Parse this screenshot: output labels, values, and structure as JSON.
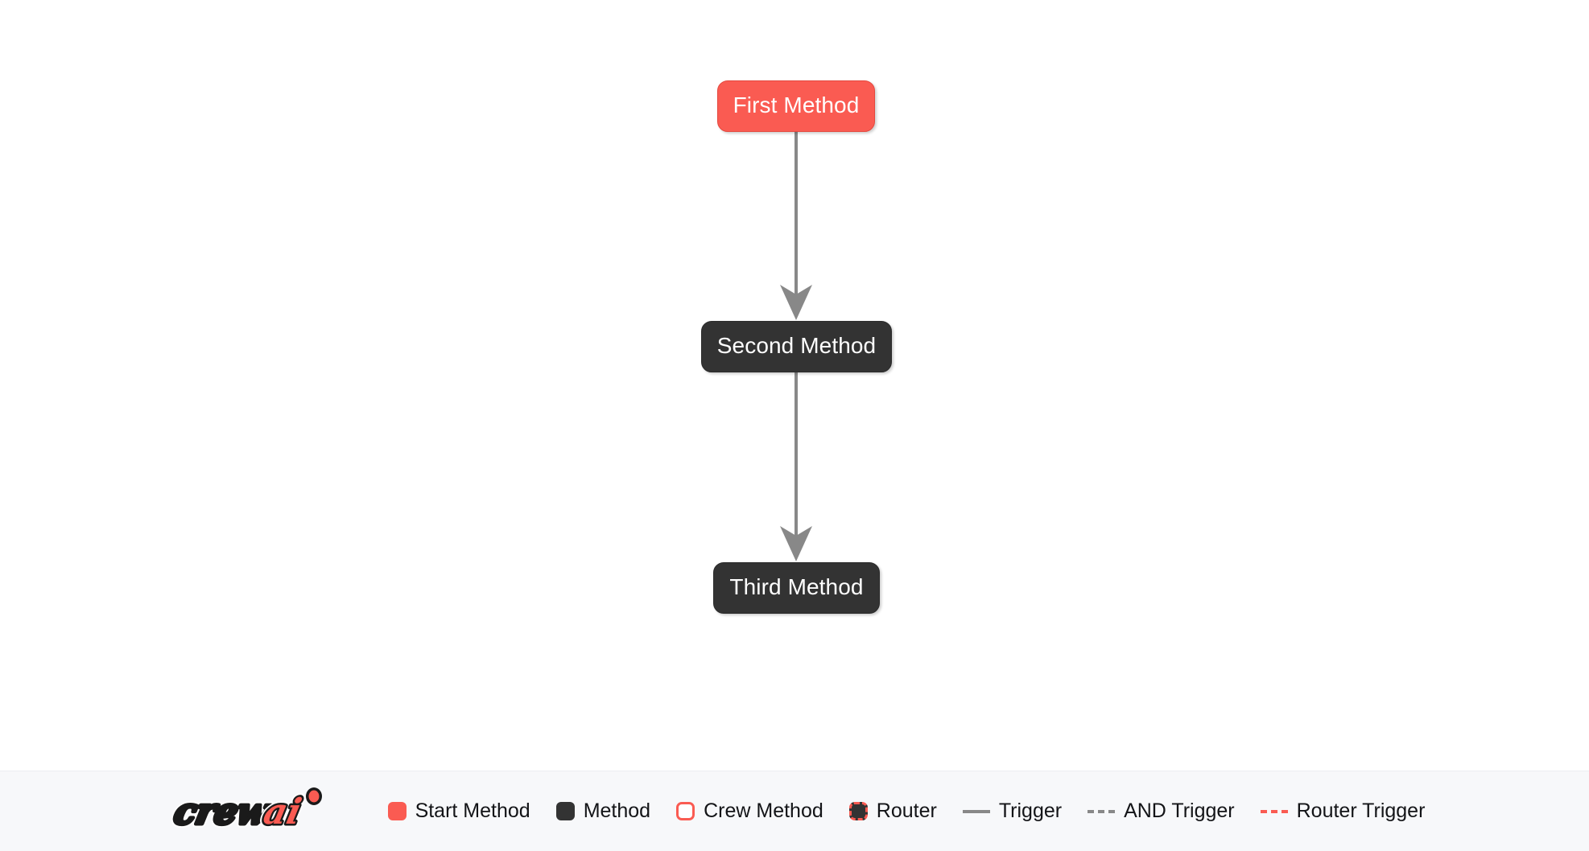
{
  "canvas": {
    "background": "#ffffff",
    "nodes": [
      {
        "id": "first",
        "label": "First Method",
        "type": "start-method",
        "color": "#fa5b52"
      },
      {
        "id": "second",
        "label": "Second Method",
        "type": "method",
        "color": "#333333"
      },
      {
        "id": "third",
        "label": "Third Method",
        "type": "method",
        "color": "#333333"
      }
    ],
    "edges": [
      {
        "from": "first",
        "to": "second",
        "style": "trigger",
        "color": "#888888"
      },
      {
        "from": "second",
        "to": "third",
        "style": "trigger",
        "color": "#888888"
      }
    ]
  },
  "legend": {
    "background": "#f7f8fa",
    "logo": {
      "name": "crewai-logo",
      "text_dark": "crew",
      "text_accent": "ai",
      "accent_color": "#fa5b52",
      "dark_color": "#1a1a1a"
    },
    "items": [
      {
        "icon": "swatch-start",
        "label": "Start Method",
        "color": "#fa5b52"
      },
      {
        "icon": "swatch-method",
        "label": "Method",
        "color": "#333333"
      },
      {
        "icon": "swatch-crew",
        "label": "Crew Method",
        "color": "#ffffff"
      },
      {
        "icon": "swatch-router",
        "label": "Router",
        "color": "#333333"
      },
      {
        "icon": "line-solid-trigger",
        "label": "Trigger",
        "color": "#888888"
      },
      {
        "icon": "line-dashed-and",
        "label": "AND Trigger",
        "color": "#888888"
      },
      {
        "icon": "line-dashed-router",
        "label": "Router Trigger",
        "color": "#fa5b52"
      }
    ]
  }
}
